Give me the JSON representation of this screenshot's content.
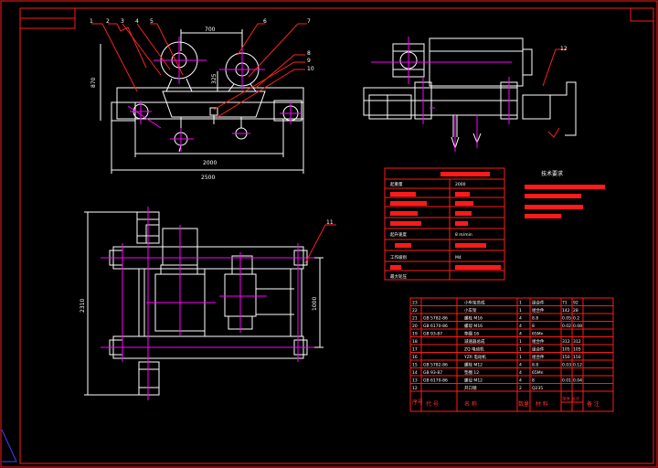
{
  "balloons": {
    "b1": "1",
    "b2": "2",
    "b3": "3",
    "b4": "4",
    "b5": "5",
    "b6": "6",
    "b7": "7",
    "b8": "8",
    "b9": "9",
    "b10": "10",
    "b11": "11",
    "b12": "12"
  },
  "dims": {
    "d700": "700",
    "d2000": "2000",
    "d2500": "2500",
    "d870": "870",
    "d325": "325",
    "d2310": "2310",
    "d1000": "1000"
  },
  "tech_requirements": {
    "title": "技术要求"
  },
  "spec_table": {
    "r0_right": "2000",
    "r1_left": "起重量",
    "r4_left": "起升速度",
    "r4_right": "8 m/min",
    "r6_left": "工作级别",
    "r6_right": "M4",
    "r8_left": "最大轮压"
  },
  "parts": {
    "rows": [
      {
        "no": "23",
        "code": "",
        "name": "小车架总成",
        "qty": "1",
        "mat": "组合件",
        "a": "71",
        "b": "92"
      },
      {
        "no": "22",
        "code": "",
        "name": "小车架",
        "qty": "1",
        "mat": "组合件",
        "a": "142",
        "b": "28"
      },
      {
        "no": "21",
        "code": "GB 5782-86",
        "name": "螺栓 M16",
        "qty": "4",
        "mat": "8.8",
        "a": "0.05",
        "b": "0.2"
      },
      {
        "no": "20",
        "code": "GB 6170-86",
        "name": "螺母 M16",
        "qty": "4",
        "mat": "8",
        "a": "0.02",
        "b": "0.08"
      },
      {
        "no": "19",
        "code": "GB 93-87",
        "name": "垫圈 16",
        "qty": "4",
        "mat": "65Mn",
        "a": "",
        "b": ""
      },
      {
        "no": "18",
        "code": "",
        "name": "减速器总成",
        "qty": "1",
        "mat": "组合件",
        "a": "312",
        "b": "312"
      },
      {
        "no": "17",
        "code": "",
        "name": "ZQ 电动机",
        "qty": "1",
        "mat": "组合件",
        "a": "105",
        "b": "105"
      },
      {
        "no": "16",
        "code": "",
        "name": "YZR 电动机",
        "qty": "1",
        "mat": "组合件",
        "a": "150",
        "b": "150"
      },
      {
        "no": "15",
        "code": "GB 5782-86",
        "name": "螺栓 M12",
        "qty": "4",
        "mat": "8.8",
        "a": "0.03",
        "b": "0.12"
      },
      {
        "no": "14",
        "code": "GB 93-87",
        "name": "垫圈 12",
        "qty": "4",
        "mat": "65Mn",
        "a": "",
        "b": ""
      },
      {
        "no": "13",
        "code": "GB 6170-86",
        "name": "螺母 M12",
        "qty": "4",
        "mat": "8",
        "a": "0.01",
        "b": "0.04"
      },
      {
        "no": "12",
        "code": "",
        "name": "开口销",
        "qty": "2",
        "mat": "Q235",
        "a": "",
        "b": ""
      }
    ],
    "header": {
      "no": "序号",
      "code": "代 号",
      "name": "名    称",
      "qty": "数量",
      "mat": "材 料",
      "weight": "单件 总计",
      "note": "备 注"
    }
  }
}
